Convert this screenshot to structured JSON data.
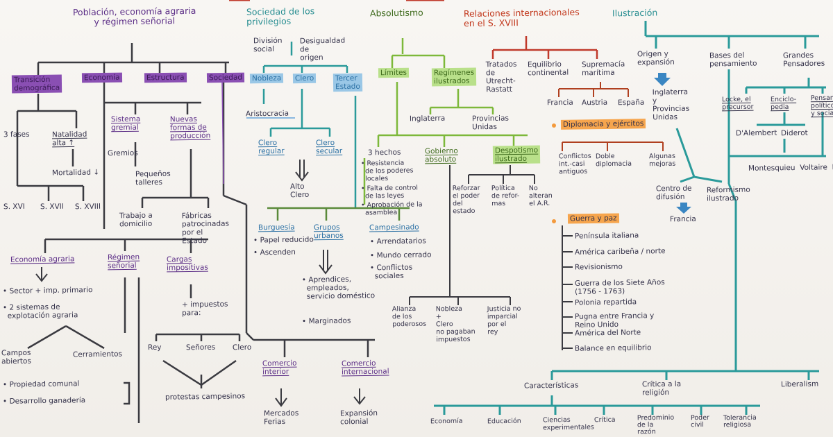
{
  "headers": {
    "poblacion": "Población, economía agraria\ny régimen señorial",
    "sociedad": "Sociedad de los\nprivilegios",
    "absolutismo": "Absolutismo",
    "relaciones": "Relaciones internacionales\nen el S. XVIII",
    "ilustracion": "Ilustración"
  },
  "poblacion": {
    "b1": "Transición\ndemográfica",
    "b2": "Economía",
    "b3": "Estructura",
    "b4": "Sociedad",
    "fases": "3 fases",
    "natalidad": "Natalidad\nalta ↑",
    "mortalidad": "Mortalidad ↓",
    "s16": "S. XVI",
    "s17": "S. XVII",
    "s18": "S. XVIII",
    "sistema_gremial": "Sistema\ngremial",
    "nuevas_formas": "Nuevas\nformas de\nproducción",
    "gremios": "Gremios",
    "pequenos_talleres": "Pequeños\ntalleres",
    "trabajo_domicilio": "Trabajo a\ndomicilio",
    "fabricas": "Fábricas\npatrocinadas\npor el\nEstado",
    "economia_agraria": "Economía agraria",
    "regimen_senorial": "Régimen\nseñorial",
    "cargas": "Cargas\nimpositivas",
    "sector": "• Sector + imp. primario",
    "dos_sistemas": "• 2 sistemas de\n  explotación agraria",
    "campos": "Campos\nabiertos",
    "cerramientos": "Cerramientos",
    "propiedad": "• Propiedad comunal",
    "desarrollo": "• Desarrollo ganadería",
    "impuestos": "+ impuestos\npara:",
    "rey": "Rey",
    "senores": "Señores",
    "clero": "Clero",
    "protestas": "protestas campesinos",
    "comercio_interior": "Comercio\ninterior",
    "comercio_internacional": "Comercio\ninternacional",
    "mercados": "Mercados\nFerias",
    "expansion": "Expansión\ncolonial"
  },
  "sociedad": {
    "division": "División\nsocial",
    "desigualdad": "Desigualdad\nde\norigen",
    "nobleza": "Nobleza",
    "clero": "Clero",
    "tercer": "Tercer\nEstado",
    "aristocracia": "Aristocracia",
    "clero_regular": "Clero\nregular",
    "clero_secular": "Clero\nsecular",
    "alto_clero": "Alto\nClero",
    "burguesia": "Burguesía",
    "grupos_urbanos": "Grupos\nurbanos",
    "campesinado": "Campesinado",
    "papel": "• Papel reducido",
    "ascenden": "• Ascenden",
    "arrendatarios": "• Arrendatarios",
    "mundo_cerrado": "• Mundo cerrado",
    "conflictos": "• Conflictos\n  sociales",
    "aprendices": "• Aprendices,\n  empleados,\n  servicio doméstico",
    "marginados": "• Marginados"
  },
  "absolutismo": {
    "limites": "Límites",
    "regimenes": "Regímenes\nilustrados",
    "inglaterra": "Inglaterra",
    "provincias": "Provincias\nUnidas",
    "tres_hechos": "3 hechos",
    "resistencia": "• Resistencia\n  de los poderes\n  locales",
    "falta": "• Falta de control\n  de las leyes",
    "aprobacion": "• Aprobación de la\n  asamblea",
    "gobierno": "Gobierno\nabsoluto",
    "despotismo": "Despotismo\nilustrado",
    "reforzar": "Reforzar\nel poder\ndel\nestado",
    "politica": "Política\nde refor-\nmas",
    "no_alteran": "No\nalteran\nel A.R.",
    "alianza": "Alianza\nde los\npoderosos",
    "nobleza_clero": "Nobleza\n+\nClero\nno pagaban\nimpuestos",
    "justicia": "Justicia no\nimparcial\npor el\nrey"
  },
  "relaciones": {
    "tratados": "Tratados\nde\nUtrecht-\nRastatt",
    "equilibrio": "Equilibrio\ncontinental",
    "supremacia": "Supremacía\nmarítima",
    "francia": "Francia",
    "austria": "Austria",
    "espana": "España",
    "diplomacia": "Diplomacia y ejércitos",
    "conflictos": "Conflictos\nint.-casi\nantiguos",
    "doble": "Doble\ndiplomacia",
    "algunas": "Algunas\nmejoras",
    "guerra_paz": "Guerra y paz",
    "gp1": "Península italiana",
    "gp2": "América caribeña / norte",
    "gp3": "Revisionismo",
    "gp4": "Guerra de los Siete Años\n(1756 - 1763)",
    "gp5": "Polonia repartida",
    "gp6": "Pugna entre Francia y\nReino Unido",
    "gp7": "América del Norte",
    "gp8": "Balance en equilibrio"
  },
  "ilustracion": {
    "origen": "Origen y\nexpansión",
    "bases": "Bases del\npensamiento",
    "grandes": "Grandes\nPensadores",
    "inglaterra": "Inglaterra\ny\nProvincias\nUnidas",
    "locke": "Locke, el\nprecursor",
    "enciclo": "Enciclo-\npedia",
    "pensamiento_politico": "Pensam.\npolítico\ny social",
    "dalembert": "D'Alembert",
    "diderot": "Diderot",
    "montesquieu": "Montesquieu  Voltaire  Ro",
    "centro": "Centro de\ndifusión",
    "reformismo": "Reformismo\nilustrado",
    "francia": "Francia",
    "caracteristicas": "Características",
    "critica": "Crítica a la\nreligión",
    "liberalismo": "Liberalism",
    "economia": "Economía",
    "educacion": "Educación",
    "ciencias": "Ciencias\nexperimentales",
    "critica2": "Crítica",
    "predominio": "Predominio\nde la\nrazón",
    "poder_civil": "Poder\ncivil",
    "tolerancia": "Tolerancia\nreligiosa"
  },
  "colors": {
    "purple": "#6a3a94",
    "teal": "#2aa0a0",
    "green": "#7db83a",
    "red": "#d04428",
    "orange": "#f39a3c",
    "blue": "#3a86c2",
    "dark": "#3a3a40"
  }
}
